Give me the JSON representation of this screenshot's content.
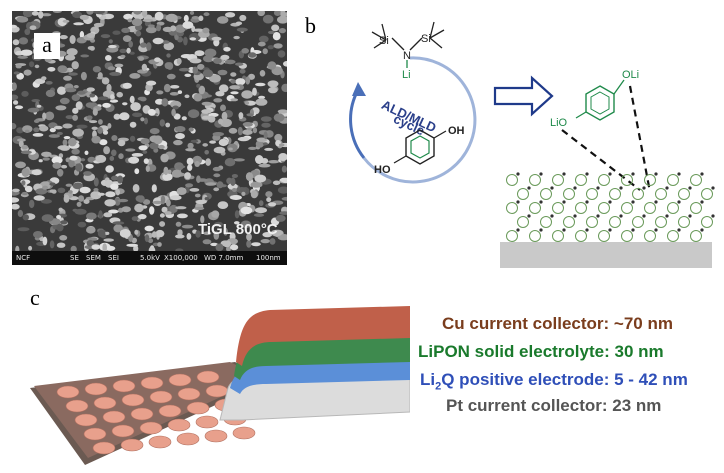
{
  "panels": {
    "a": {
      "label": "a",
      "sample_tag": "TiGL 800°C",
      "info_bar": [
        "NCF",
        "SE",
        "SEM",
        "SEI",
        "5.0kV",
        "X100,000",
        "WD 7.0mm",
        "100nm"
      ]
    },
    "b": {
      "label": "b",
      "cycle_label_line1": "ALD/MLD",
      "cycle_label_line2": "cycle",
      "precursor_atoms": {
        "si1": "Si",
        "si2": "Si",
        "n": "N",
        "li": "Li"
      },
      "reactant_groups": {
        "oh_top": "OH",
        "ho_bottom": "HO"
      },
      "product_groups": {
        "oli": "OLi",
        "lio": "LiO"
      }
    },
    "c": {
      "label": "c",
      "layers": [
        {
          "text_main": "Cu current collector: ~70 nm",
          "color": "#7a3d1d"
        },
        {
          "text_main": "LiPON solid electrolyte: 30 nm",
          "color": "#1a7a2c"
        },
        {
          "text_pre": "Li",
          "text_sub": "2",
          "text_post": "Q positive electrode: 5 - 42 nm",
          "color": "#2f4fb8"
        },
        {
          "text_main": "Pt current collector: 23 nm",
          "color": "#555555"
        }
      ]
    }
  },
  "colors": {
    "cu_layer": "#c0604a",
    "lipon_layer": "#3e8a4e",
    "li2q_layer": "#5b8fd8",
    "pt_layer": "#d9d9d9",
    "cycle_arrow": "#4a6fb8",
    "product_green": "#1f8a4a"
  }
}
